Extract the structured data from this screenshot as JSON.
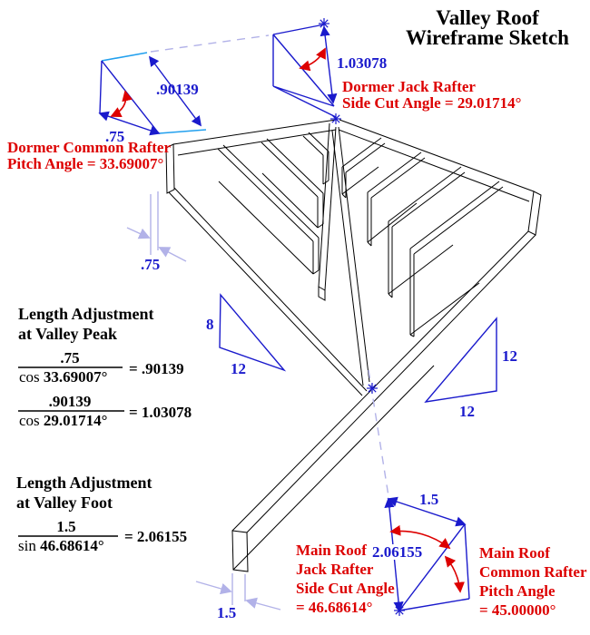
{
  "title": {
    "line1": "Valley Roof",
    "line2": "Wireframe Sketch"
  },
  "labels": {
    "dormer_common": {
      "line1": "Dormer Common Rafter",
      "line2": "Pitch Angle = 33.69007°"
    },
    "dormer_jack": {
      "line1": "Dormer Jack Rafter",
      "line2": "Side Cut Angle = 29.01714°"
    },
    "main_jack": {
      "line1": "Main Roof",
      "line2": "Jack Rafter",
      "line3": "Side Cut Angle",
      "line4": "= 46.68614°"
    },
    "main_common": {
      "line1": "Main Roof",
      "line2": "Common Rafter",
      "line3": "Pitch Angle",
      "line4": "= 45.00000°"
    }
  },
  "dims": {
    "dormer_slope": ".90139",
    "dormer_run": ".75",
    "dormer_jack_len": "1.03078",
    "ridge_offset": ".75",
    "main_jack_len": "2.06155",
    "main_run": "1.5",
    "rafter_offset": "1.5"
  },
  "slopes": {
    "dormer_rise": "8",
    "dormer_run": "12",
    "main_rise": "12",
    "main_run": "12"
  },
  "math": {
    "peak": {
      "h1": "Length Adjustment",
      "h2": "at Valley Peak",
      "eq1": {
        "num": ".75",
        "fn": "cos ",
        "den": "33.69007°",
        "res": "= .90139"
      },
      "eq2": {
        "num": ".90139",
        "fn": "cos ",
        "den": "29.01714°",
        "res": "= 1.03078"
      }
    },
    "foot": {
      "h1": "Length Adjustment",
      "h2": "at Valley Foot",
      "eq1": {
        "num": "1.5",
        "fn": "sin ",
        "den": "46.68614°",
        "res": "= 2.06155"
      }
    }
  },
  "colors": {
    "blue": "#1a1acc",
    "red": "#dd0000",
    "cyan": "#22a0ee",
    "lavender": "#b2b2e8",
    "black": "#000000"
  }
}
